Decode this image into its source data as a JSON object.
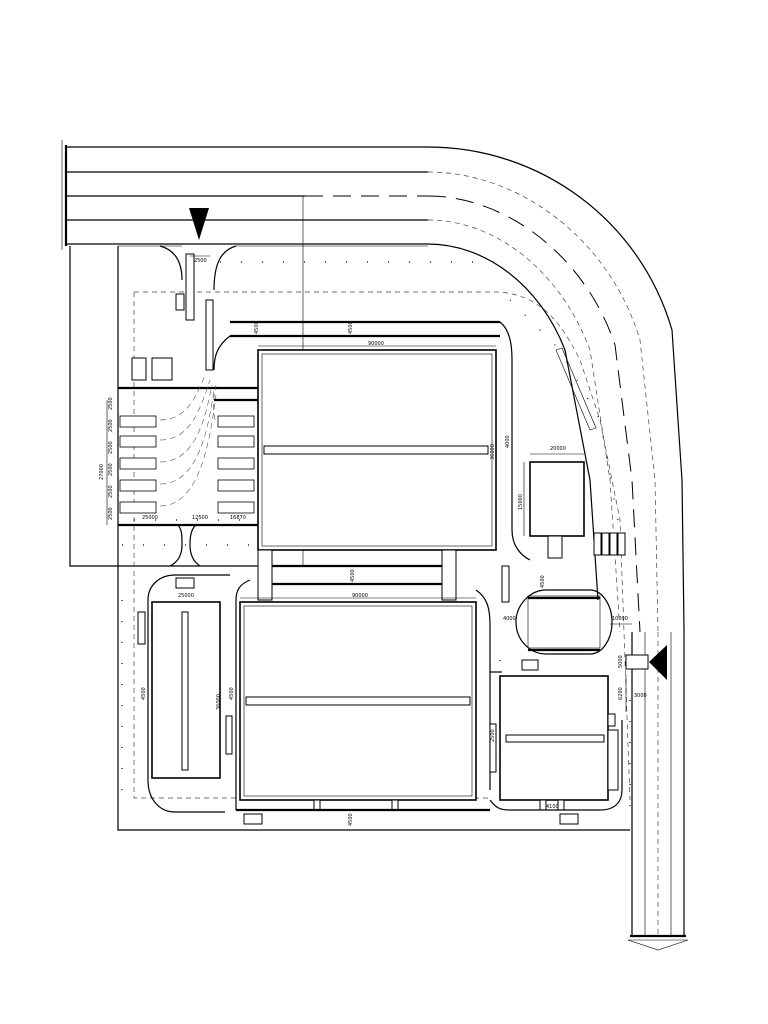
{
  "dimensions": {
    "top_entry_width": "2500",
    "top_road_a": "4500",
    "top_road_b": "4500",
    "building_a_width": "90000",
    "building_a_depth": "36000",
    "gap_a_right": "4000",
    "parking_left_total": "27000",
    "parking_row_1": "2500",
    "parking_row_2": "2500",
    "parking_row_3": "2500",
    "parking_row_4": "2500",
    "parking_row_5": "2500",
    "parking_row_6": "2500",
    "parking_bottom_1": "25000",
    "parking_bottom_2": "12500",
    "parking_bottom_3": "16870",
    "small_bldg_width": "20000",
    "small_bldg_depth": "15000",
    "mid_road": "4500",
    "building_b_width": "90000",
    "left_bldg_width": "25000",
    "left_bldg_depth": "36000",
    "left_gap": "4500",
    "left_gap_2": "4500",
    "oval_gap": "4500",
    "oval_left": "4000",
    "oval_right": "10000",
    "right_side_a": "5000",
    "right_side_b": "6200",
    "right_side_c": "3000",
    "building_c_left": "2500",
    "building_c_bottom": "4100",
    "bottom_road": "4500"
  }
}
